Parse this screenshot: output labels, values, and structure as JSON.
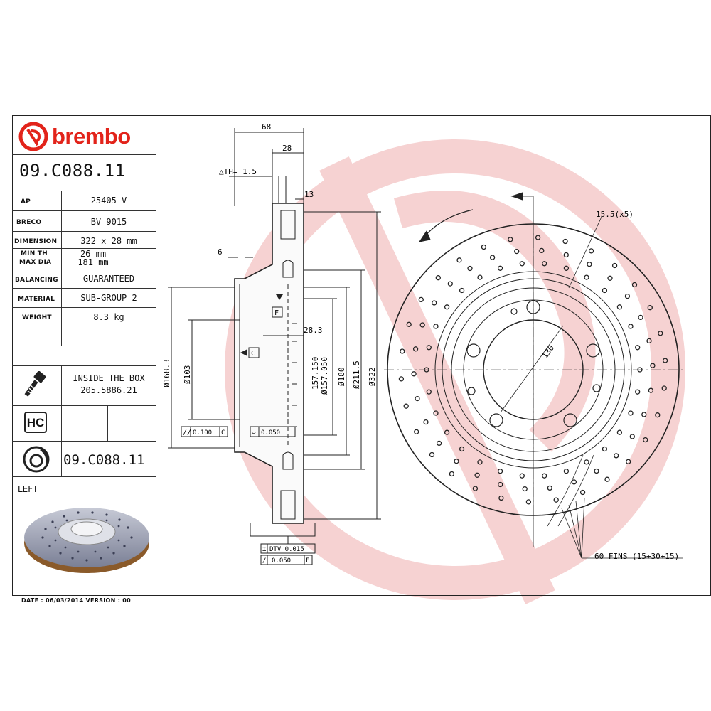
{
  "brand": {
    "name": "brembo",
    "color": "#e2231a"
  },
  "part_number": "09.C088.11",
  "specs": [
    {
      "label": "AP",
      "value": "25405 V"
    },
    {
      "label": "BRECO",
      "value": "BV 9015"
    },
    {
      "label": "DIMENSION",
      "value": "322 x 28 mm"
    },
    {
      "label": "MIN TH",
      "value": "26 mm"
    },
    {
      "label": "MAX DIA",
      "value": "181 mm"
    },
    {
      "label": "BALANCING",
      "value": "GUARANTEED"
    },
    {
      "label": "MATERIAL",
      "value": "SUB-GROUP 2"
    },
    {
      "label": "WEIGHT",
      "value": "8.3 kg"
    }
  ],
  "inside_box": {
    "title": "INSIDE THE BOX",
    "code": "205.5886.21",
    "icon": "screw-icon"
  },
  "hc_badge": "HC",
  "footer_part": "09.C088.11",
  "side": "LEFT",
  "date_line": "DATE : 06/03/2014 VERSION : 00",
  "dimensions": {
    "d68": "68",
    "d28": "28",
    "th": "△TH= 1.5",
    "d13": "13",
    "d6": "6",
    "d28_3": "28.3",
    "dia168": "Ø168.3",
    "dia103": "Ø103",
    "dia157a": "157.150",
    "dia157b": "Ø157.050",
    "dia180": "Ø180",
    "dia211": "Ø211.5",
    "dia322": "Ø322",
    "ref_c": "C",
    "ref_f": "F",
    "tol1": "0.100",
    "tol1_ref": "C",
    "tol2": "0.050",
    "dtv": "DTV 0.015",
    "tol3": "0.050",
    "tol3_ref": "F",
    "holes": "15.5(x5)",
    "pcd": "130",
    "fins": "60 FINS (15+30+15)"
  }
}
